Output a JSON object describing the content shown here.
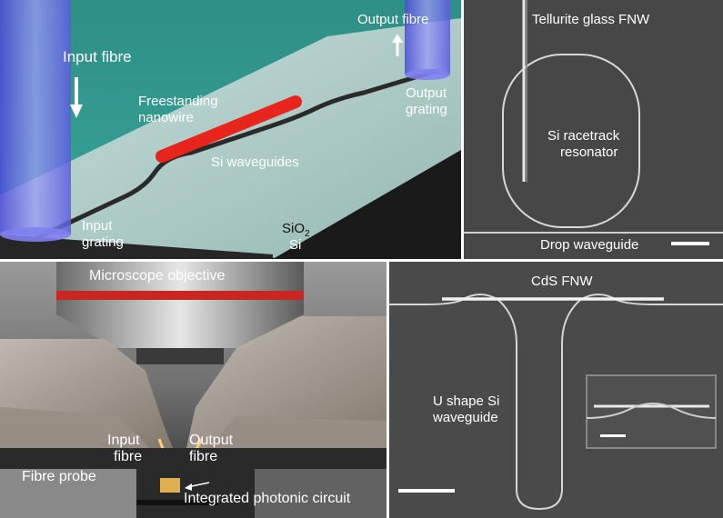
{
  "panel_a": {
    "input_fibre": "Input fibre",
    "output_fibre": "Output fibre",
    "freestanding_nanowire_1": "Freestanding",
    "freestanding_nanowire_2": "nanowire",
    "si_waveguides": "Si waveguides",
    "output_grating_1": "Output",
    "output_grating_2": "grating",
    "input_grating_1": "Input",
    "input_grating_2": "grating",
    "sio2_main": "SiO",
    "sio2_sub": "2",
    "si": "Si"
  },
  "panel_b": {
    "fnw": "Tellurite glass FNW",
    "resonator_1": "Si racetrack",
    "resonator_2": "resonator",
    "drop": "Drop waveguide"
  },
  "panel_c": {
    "objective": "Microscope objective",
    "input_fibre_1": "Input",
    "input_fibre_2": "fibre",
    "output_fibre_1": "Output",
    "output_fibre_2": "fibre",
    "fibre_probe": "Fibre probe",
    "circuit": "Integrated photonic circuit"
  },
  "panel_d": {
    "fnw": "CdS FNW",
    "waveguide_1": "U shape Si",
    "waveguide_2": "waveguide"
  },
  "colors": {
    "nanowire_red": "#e8251c",
    "glass_teal": "#3c9e96",
    "fibre_blue": "#6f6fe8",
    "sem_grey": "#4a4a4a"
  }
}
